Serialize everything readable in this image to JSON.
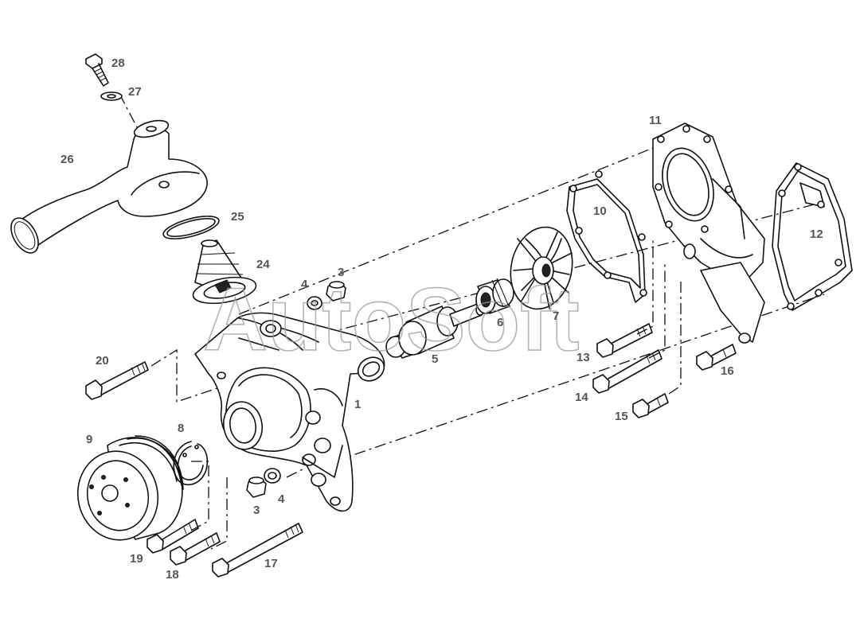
{
  "watermark": "AutoSoft",
  "callouts": {
    "c1": "1",
    "c3a": "3",
    "c3b": "3",
    "c4a": "4",
    "c4b": "4",
    "c5": "5",
    "c6": "6",
    "c7": "7",
    "c8": "8",
    "c9": "9",
    "c10": "10",
    "c11": "11",
    "c12": "12",
    "c13": "13",
    "c14": "14",
    "c15": "15",
    "c16": "16",
    "c17": "17",
    "c18": "18",
    "c19": "19",
    "c20": "20",
    "c24": "24",
    "c25": "25",
    "c26": "26",
    "c27": "27",
    "c28": "28"
  }
}
